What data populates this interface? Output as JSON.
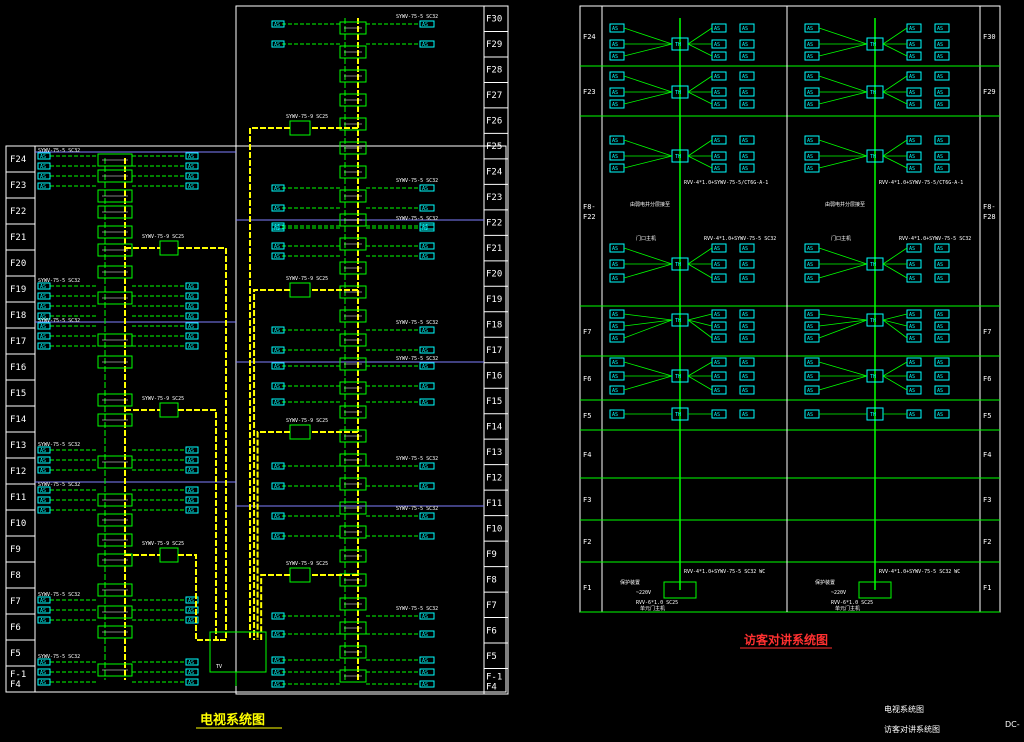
{
  "tv_diagram": {
    "title": "电视系统图",
    "left_floors": [
      "F24",
      "F23",
      "F22",
      "F21",
      "F20",
      "F19",
      "F18",
      "F17",
      "F16",
      "F15",
      "F14",
      "F13",
      "F12",
      "F11",
      "F10",
      "F9",
      "F8",
      "F7",
      "F6",
      "F5",
      "F-1\nF4"
    ],
    "right_floors": [
      "F30",
      "F29",
      "F28",
      "F27",
      "F26",
      "F25",
      "F24",
      "F23",
      "F22",
      "F21",
      "F20",
      "F19",
      "F18",
      "F17",
      "F16",
      "F15",
      "F14",
      "F13",
      "F12",
      "F11",
      "F10",
      "F9",
      "F8",
      "F7",
      "F6",
      "F5",
      "F-1\nF4"
    ],
    "cable_label": "SYWV-75-5 SC32",
    "splitter_label": "SYWV-75-9 SC25",
    "outlet_label": "AS",
    "amp_label": "TV"
  },
  "intercom_diagram": {
    "title": "访客对讲系统图",
    "left_floors": [
      "F24",
      "F23",
      "F8-\nF22",
      "F7",
      "F6",
      "F5",
      "F4",
      "F3",
      "F2",
      "F1"
    ],
    "right_floors": [
      "F30",
      "F29",
      "F8-\nF28",
      "F7",
      "F6",
      "F5",
      "F4",
      "F3",
      "F2",
      "F1"
    ],
    "cable_a": "RVV-4*1.0+SYWV-75-5 SC32",
    "cable_b": "RVV-4*1.0+SYWV-75-5/CT6G-A-1",
    "cable_c": "RVV-4*1.0+SYWV-75-5 SC32 WC",
    "power": "RVV-6*1.0 SC25",
    "volt": "~220V",
    "note1": "由弱电井分层接至",
    "note2": "保护装置",
    "device": "TH",
    "outlet": "AS",
    "main_door": "门口主机",
    "caption": "单元门主机"
  },
  "legend": {
    "line1": "电视系统图",
    "line2": "访客对讲系统图",
    "corner": "DC-"
  },
  "colors": {
    "green": "#00ff00",
    "yellow": "#ffff00",
    "cyan": "#00ffff",
    "white": "#ffffff",
    "purple": "#8080ff"
  }
}
